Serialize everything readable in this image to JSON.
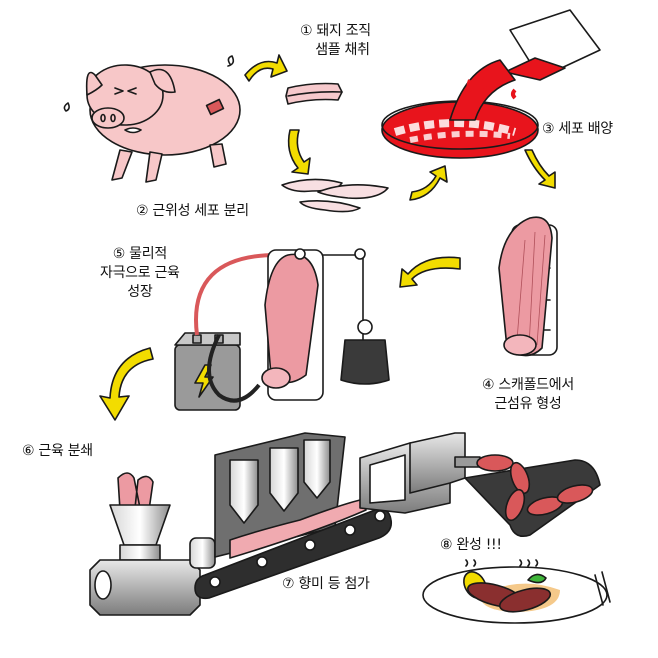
{
  "title": "배양육 소시지 제조 과정",
  "colors": {
    "arrow": "#f2dc00",
    "pig": "#f7c7c8",
    "muscle": "#ec9aa2",
    "medium": "#e8141c",
    "machine": "#9a9a9a",
    "belt": "#3a3a3a",
    "sausage": "#d9585a"
  },
  "steps": [
    {
      "num": "①",
      "lines": [
        "돼지 조직",
        "샘플 채취"
      ]
    },
    {
      "num": "②",
      "lines": [
        "근위성 세포 분리"
      ]
    },
    {
      "num": "③",
      "lines": [
        "세포 배양"
      ]
    },
    {
      "num": "④",
      "lines": [
        "스캐폴드에서",
        "근섬유 형성"
      ]
    },
    {
      "num": "⑤",
      "lines": [
        "물리적",
        "자극으로 근육",
        "성장"
      ]
    },
    {
      "num": "⑥",
      "lines": [
        "근육 분쇄"
      ]
    },
    {
      "num": "⑦",
      "lines": [
        "향미 등 첨가"
      ]
    },
    {
      "num": "⑧",
      "lines": [
        "완성 !!!"
      ]
    }
  ],
  "illustrations": [
    "pig-icon",
    "tissue-sample-icon",
    "cells-icon",
    "petri-dish-icon",
    "medium-bottle-icon",
    "scaffold-muscle-icon",
    "battery-icon",
    "weight-icon",
    "meat-grinder-icon",
    "flavor-dispenser-icon",
    "conveyor-belt-icon",
    "sausage-extruder-icon",
    "sausage-plate-icon"
  ]
}
